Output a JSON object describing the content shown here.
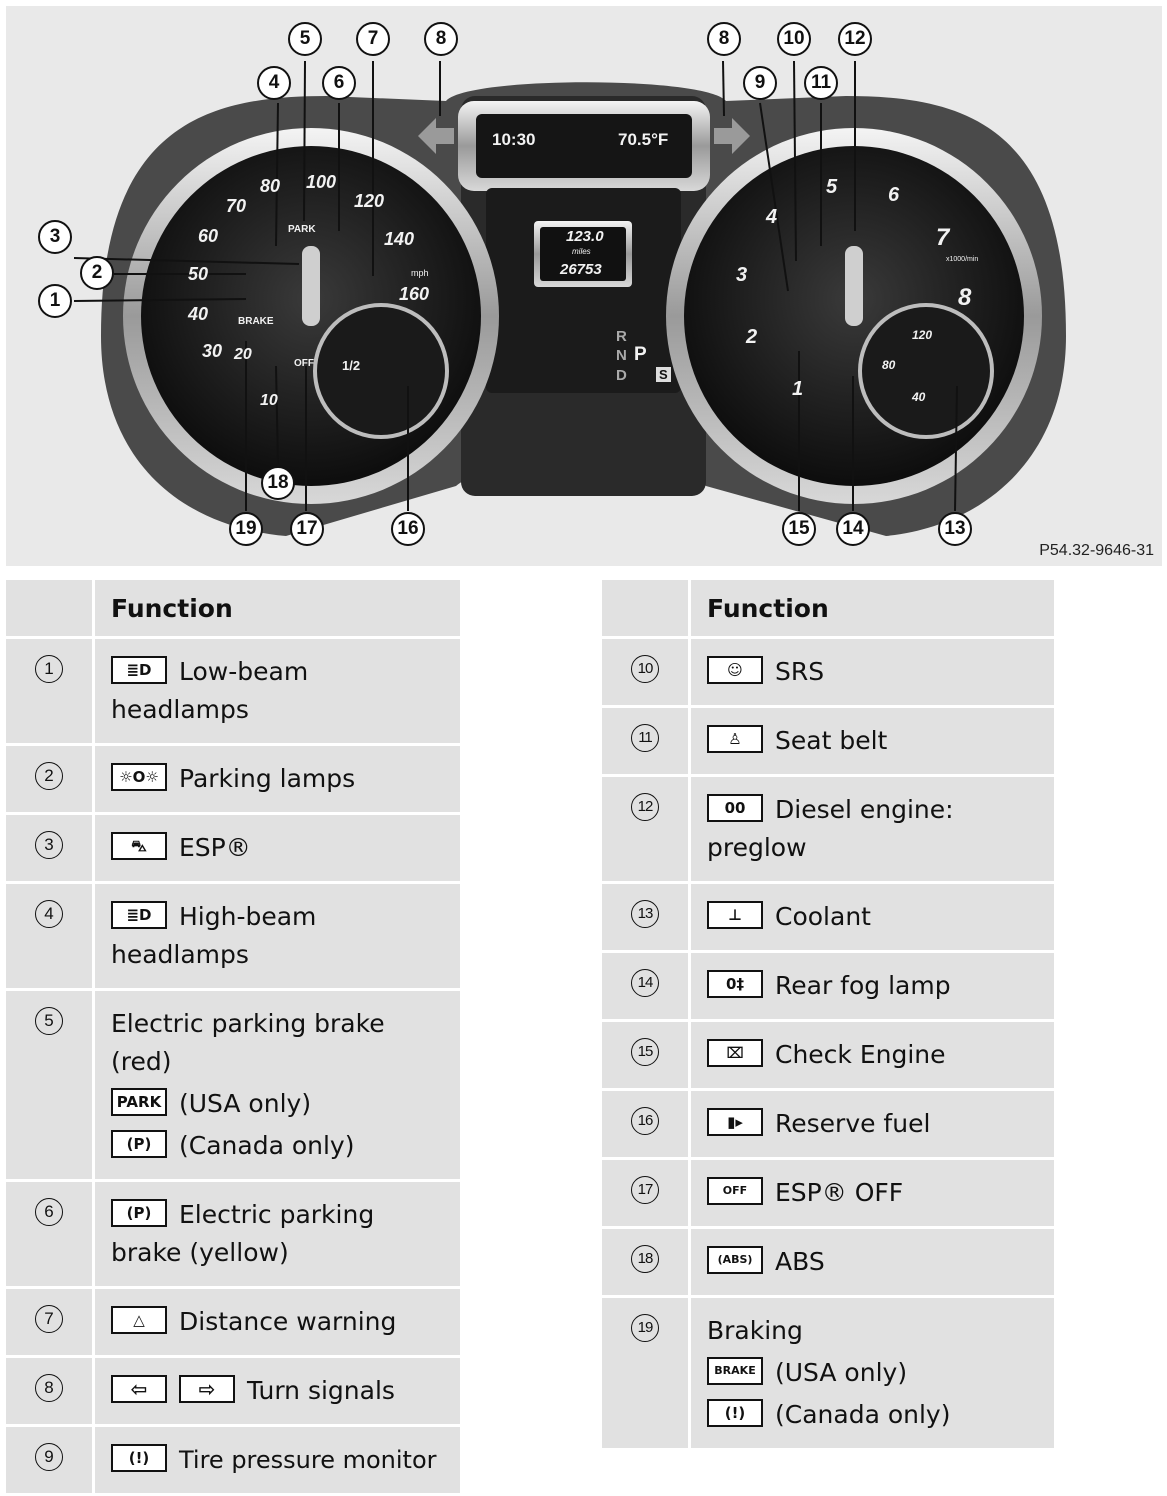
{
  "figure": {
    "code": "P54.32-9646-31",
    "display": {
      "time": "10:30",
      "temp": "70.5°F",
      "trip": "123.0",
      "unit": "miles",
      "odometer": "26753"
    },
    "speedo": {
      "ticks": [
        "20",
        "30",
        "40",
        "50",
        "60",
        "70",
        "80",
        "100",
        "120",
        "140",
        "160",
        "10"
      ],
      "unit": "mph"
    },
    "tacho": {
      "ticks": [
        "1",
        "2",
        "3",
        "4",
        "5",
        "6",
        "7",
        "8"
      ],
      "unit": "x1000/min"
    },
    "gauge_labels": {
      "half": "1/2",
      "c120": "120",
      "c80": "80",
      "c40": "40"
    },
    "gear": {
      "r": "R",
      "n": "N",
      "p": "P",
      "d": "D",
      "s": "S"
    },
    "indicators": {
      "park": "PARK",
      "brake": "BRAKE",
      "off": "OFF"
    },
    "callouts": [
      "1",
      "2",
      "3",
      "4",
      "5",
      "6",
      "7",
      "8",
      "8",
      "9",
      "10",
      "11",
      "12",
      "13",
      "14",
      "15",
      "16",
      "17",
      "18",
      "19"
    ]
  },
  "table_left": {
    "header": "Function",
    "rows": [
      {
        "num": "1",
        "sym": "≣D",
        "text": "Low-beam headlamps"
      },
      {
        "num": "2",
        "sym": "☼O☼",
        "text": "Parking lamps"
      },
      {
        "num": "3",
        "sym": "⛍",
        "text": "ESP®"
      },
      {
        "num": "4",
        "sym": "≣D",
        "text": "High-beam headlamps"
      },
      {
        "num": "5",
        "text": "Electric parking brake (red)",
        "sub1_sym": "PARK",
        "sub1": "(USA only)",
        "sub2_sym": "(P)",
        "sub2": "(Canada only)"
      },
      {
        "num": "6",
        "sym": "(P)",
        "text": "Electric parking brake (yellow)"
      },
      {
        "num": "7",
        "sym": "△",
        "text": "Distance warning"
      },
      {
        "num": "8",
        "sym": "⇦",
        "sym2": "⇨",
        "text": "Turn signals"
      },
      {
        "num": "9",
        "sym": "(!)",
        "text": "Tire pressure monitor"
      }
    ]
  },
  "table_right": {
    "header": "Function",
    "rows": [
      {
        "num": "10",
        "sym": "☺",
        "text": "SRS"
      },
      {
        "num": "11",
        "sym": "♙",
        "text": "Seat belt"
      },
      {
        "num": "12",
        "sym": "00",
        "text": "Diesel engine: preglow"
      },
      {
        "num": "13",
        "sym": "⊥",
        "text": "Coolant"
      },
      {
        "num": "14",
        "sym": "0‡",
        "text": "Rear fog lamp"
      },
      {
        "num": "15",
        "sym": "⌧",
        "text": "Check Engine"
      },
      {
        "num": "16",
        "sym": "▮▸",
        "text": "Reserve fuel"
      },
      {
        "num": "17",
        "sym": "OFF",
        "text": "ESP® OFF"
      },
      {
        "num": "18",
        "sym": "(ABS)",
        "text": "ABS"
      },
      {
        "num": "19",
        "text": "Braking",
        "sub1_sym": "BRAKE",
        "sub1": "(USA only)",
        "sub2_sym": "(!)",
        "sub2": "(Canada only)"
      }
    ]
  }
}
